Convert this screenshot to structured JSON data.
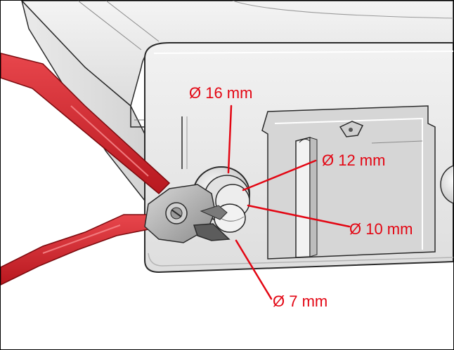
{
  "callouts": {
    "d16": {
      "text": "Ø 16 mm"
    },
    "d12": {
      "text": "Ø 12 mm"
    },
    "d10": {
      "text": "Ø 10 mm"
    },
    "d7": {
      "text": "Ø 7 mm"
    }
  },
  "colors": {
    "callout": "#e30613",
    "plier_handle": "#d9242b",
    "plier_handle_dark": "#9e1419",
    "housing": "#e9e9e9",
    "outline": "#2a2a2a"
  }
}
